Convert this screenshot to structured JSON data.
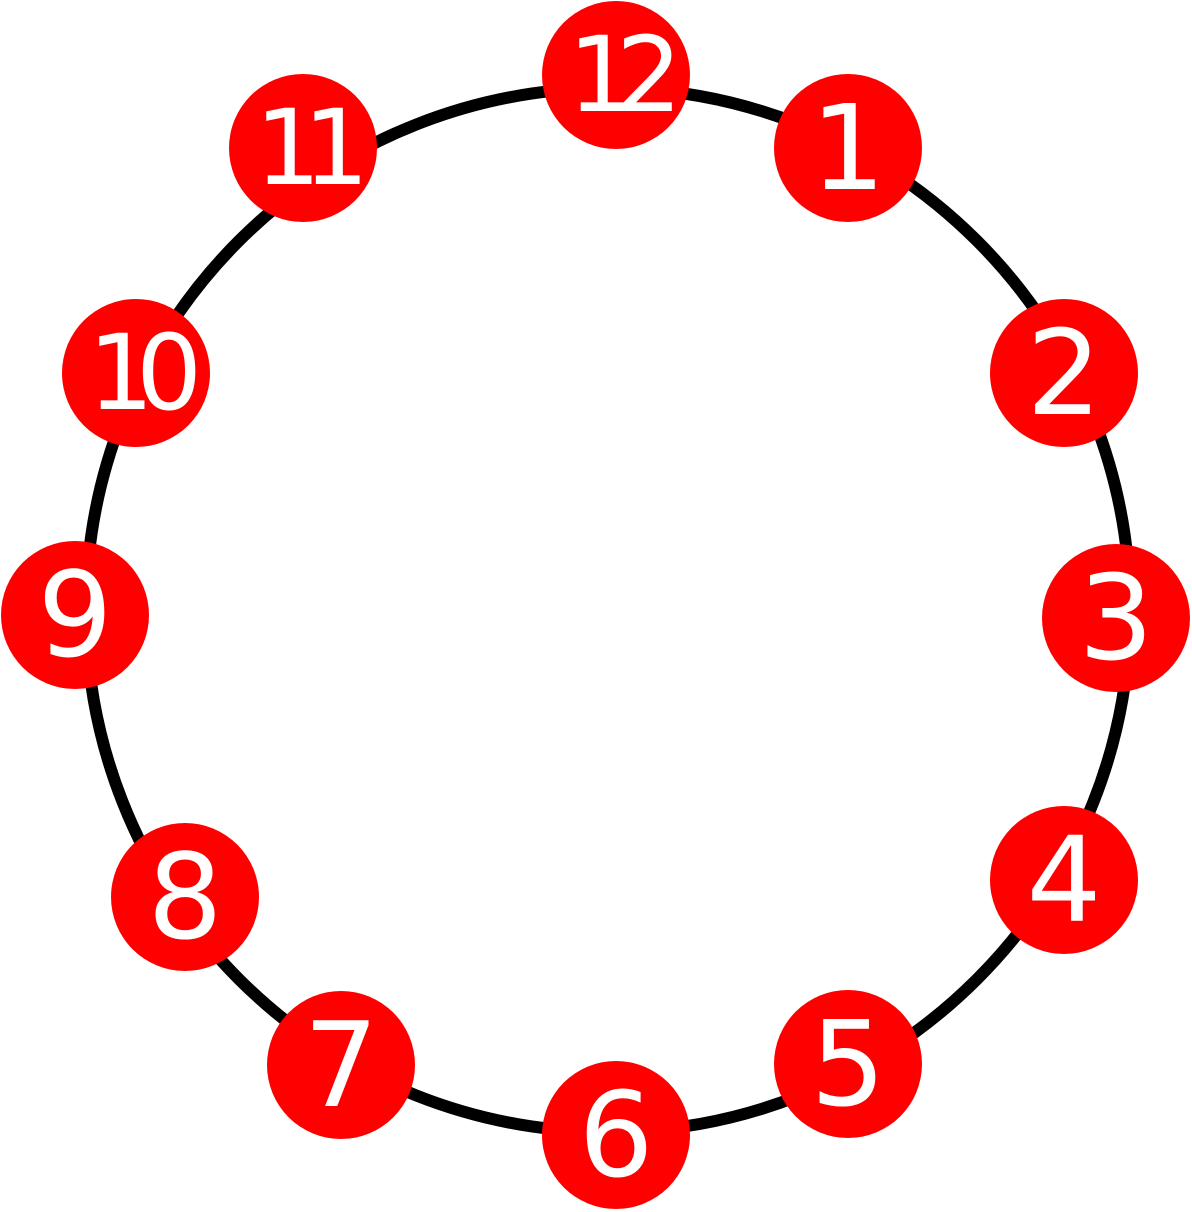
{
  "diagram": {
    "ring_color": "#000000",
    "marker_color": "#ff0000",
    "label_color": "#ffffff",
    "markers": [
      {
        "id": "12",
        "label": "12"
      },
      {
        "id": "1",
        "label": "1"
      },
      {
        "id": "2",
        "label": "2"
      },
      {
        "id": "3",
        "label": "3"
      },
      {
        "id": "4",
        "label": "4"
      },
      {
        "id": "5",
        "label": "5"
      },
      {
        "id": "6",
        "label": "6"
      },
      {
        "id": "7",
        "label": "7"
      },
      {
        "id": "8",
        "label": "8"
      },
      {
        "id": "9",
        "label": "9"
      },
      {
        "id": "10",
        "label": "10"
      },
      {
        "id": "11",
        "label": "11"
      }
    ]
  }
}
